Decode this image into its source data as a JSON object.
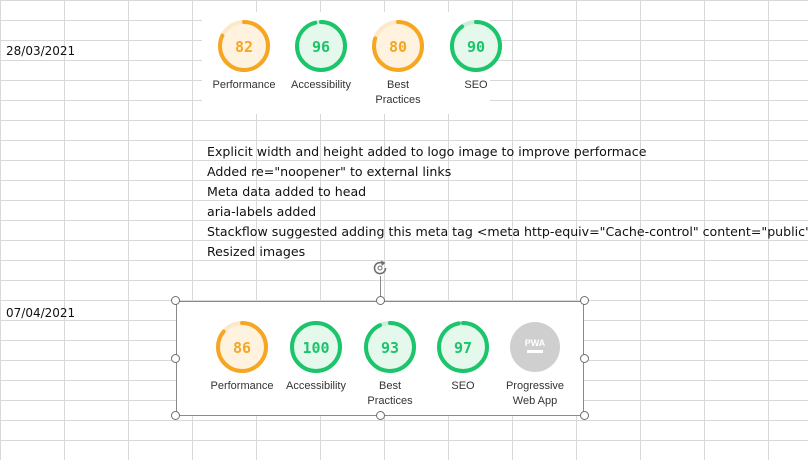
{
  "rows": [
    {
      "date": "28/03/2021",
      "scores": [
        {
          "value": "82",
          "label": "Performance",
          "fraction": 0.82,
          "color": "#f5a623"
        },
        {
          "value": "96",
          "label": "Accessibility",
          "fraction": 0.96,
          "color": "#1cc46b"
        },
        {
          "value": "80",
          "label": "Best Practices",
          "fraction": 0.8,
          "color": "#f5a623"
        },
        {
          "value": "90",
          "label": "SEO",
          "fraction": 0.9,
          "color": "#1cc46b"
        }
      ]
    },
    {
      "date": "07/04/2021",
      "scores": [
        {
          "value": "86",
          "label": "Performance",
          "fraction": 0.86,
          "color": "#f5a623"
        },
        {
          "value": "100",
          "label": "Accessibility",
          "fraction": 1.0,
          "color": "#1cc46b"
        },
        {
          "value": "93",
          "label": "Best Practices",
          "fraction": 0.93,
          "color": "#1cc46b"
        },
        {
          "value": "97",
          "label": "SEO",
          "fraction": 0.97,
          "color": "#1cc46b"
        }
      ],
      "pwa": {
        "badge": "PWA",
        "label": "Progressive Web App",
        "icon": "pwa-badge-icon"
      }
    }
  ],
  "notes": [
    "Explicit width and height added to logo image to improve performace",
    "Added re=\"noopener\" to external links",
    "Meta data added to head",
    "aria-labels added",
    "Stackflow suggested adding this meta tag  <meta http-equiv=\"Cache-control\" content=\"public\">",
    "Resized images"
  ],
  "colors": {
    "orange": "#f5a623",
    "green": "#1cc46b",
    "grey": "#cfcfcf"
  },
  "icons": {
    "rotate": "rotate-handle-icon"
  }
}
